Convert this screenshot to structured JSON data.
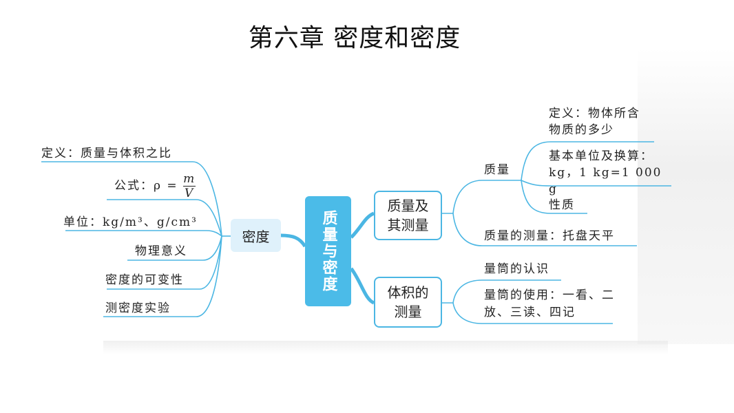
{
  "title": "第六章  密度和密度",
  "center": "质量与密度",
  "density": {
    "label": "密度",
    "items": [
      "定义：质量与体积之比",
      "公式：ρ =",
      "单位：kg/m³、g/cm³",
      "物理意义",
      "密度的可变性",
      "测密度实验"
    ],
    "formula_num": "m",
    "formula_den": "V"
  },
  "mass": {
    "label": "质量及其测量",
    "sub": "质量",
    "sub_items": [
      "定义：物体所含物质的多少",
      "基本单位及换算：kg，1 kg=1 000 g",
      "性质"
    ],
    "measure": "质量的测量：托盘天平"
  },
  "volume": {
    "label": "体积的测量",
    "items": [
      "量筒的认识",
      "量筒的使用：一看、二放、三读、四记"
    ]
  },
  "colors": {
    "line": "#4bb6e3",
    "center": "#4bbbe8",
    "density_bg": "#dff1fb"
  }
}
